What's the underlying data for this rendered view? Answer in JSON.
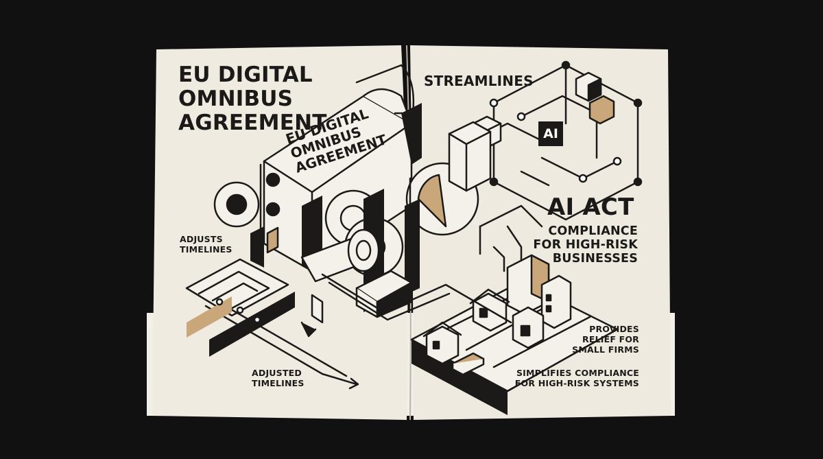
{
  "page": {
    "title": "EU Digital Omnibus Agreement",
    "banner": [
      "EU DIGITAL",
      "OMNIBUS",
      "AGREEMENT"
    ],
    "streamlines": "STREAMLINES",
    "ai_badge": "AI",
    "ai_act": "AI ACT",
    "compliance": [
      "COMPLIANCE",
      "FOR HIGH-RISK",
      "BUSINESSES"
    ],
    "adjusts": [
      "ADJUSTS",
      "TIMELINES"
    ],
    "adjusted": [
      "ADJUSTED",
      "TIMELINES"
    ],
    "relief": [
      "PROVIDES",
      "RELIEF FOR",
      "SMALL FIRMS"
    ],
    "simplifies": [
      "SIMPLIFIES COMPLIANCE",
      "FOR HIGH-RISK SYSTEMS"
    ]
  },
  "title_lines": [
    "EU DIGITAL",
    "OMNIBUS",
    "AGREEMENT"
  ],
  "colors": {
    "background": "#121111",
    "paper": "#efebe1",
    "ink": "#1b1a18",
    "accent": "#c9a77a"
  }
}
